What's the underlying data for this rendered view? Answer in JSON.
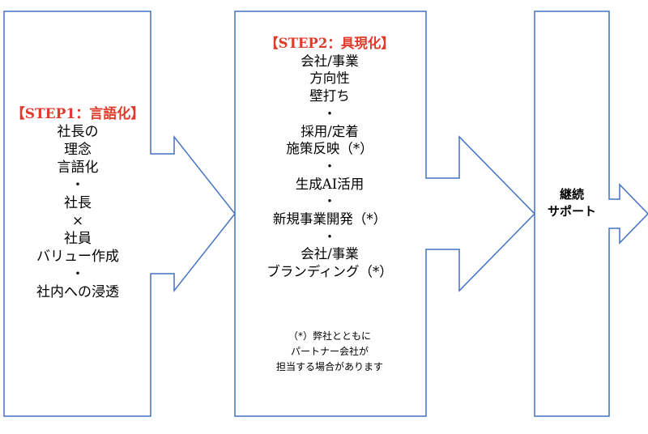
{
  "colors": {
    "outline": "#4472c4",
    "step_title": "#e03a2b",
    "text": "#000000"
  },
  "step1": {
    "title": "【STEP1：言語化】",
    "lines": [
      "社長の",
      "理念",
      "言語化",
      "・",
      "社長",
      "×",
      "社員",
      "バリュー作成",
      "・",
      "社内への浸透"
    ]
  },
  "step2": {
    "title": "【STEP2：具現化】",
    "lines": [
      "会社/事業",
      "方向性",
      "壁打ち",
      "・",
      "採用/定着",
      "施策反映（*）",
      "・",
      "生成AI活用",
      "・",
      "新規事業開発（*）",
      "・",
      "会社/事業",
      "ブランディング（*）"
    ],
    "note_lines": [
      "（*）弊社とともに",
      "パートナー会社が",
      "担当する場合があります"
    ]
  },
  "step3": {
    "lines": [
      "継続",
      "サポート"
    ]
  }
}
